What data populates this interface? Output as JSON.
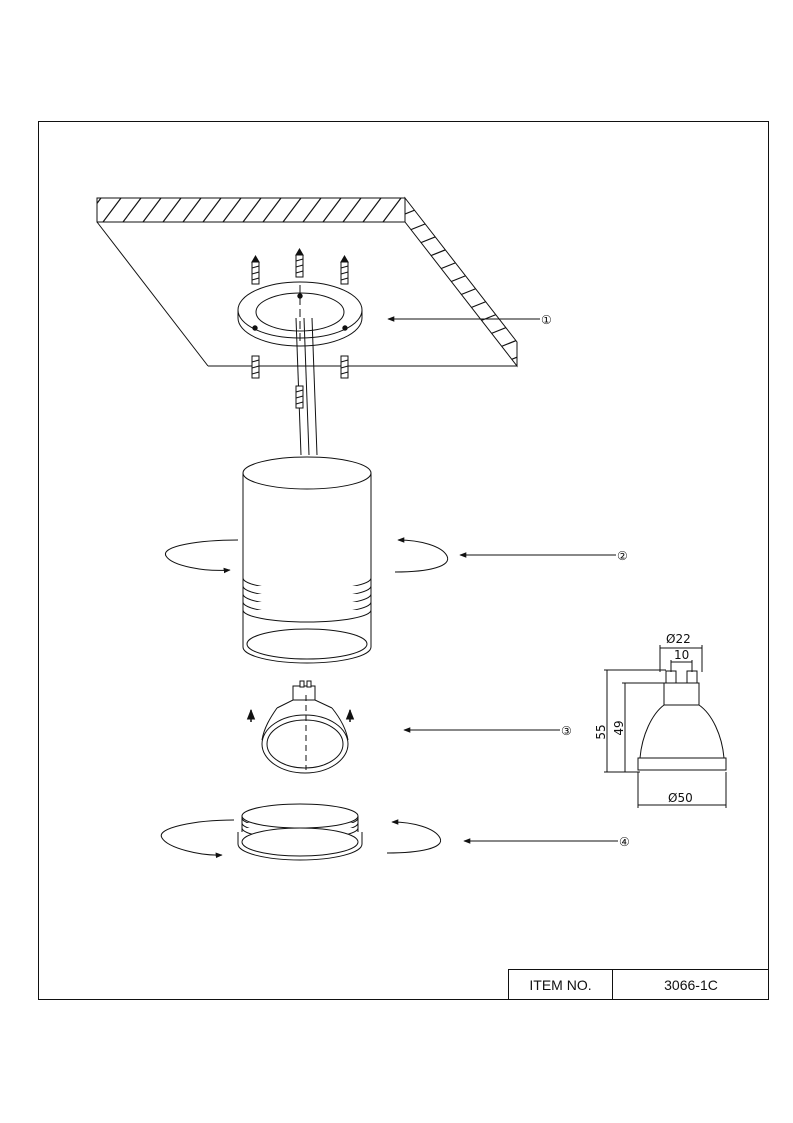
{
  "callouts": {
    "c1": "①",
    "c2": "②",
    "c3": "③",
    "c4": "④"
  },
  "dimensions": {
    "d22": "Ø22",
    "d10": "10",
    "d55": "55",
    "d49": "49",
    "d50": "Ø50"
  },
  "title_block": {
    "item_label": "ITEM NO.",
    "item_value": "3066-1C"
  }
}
